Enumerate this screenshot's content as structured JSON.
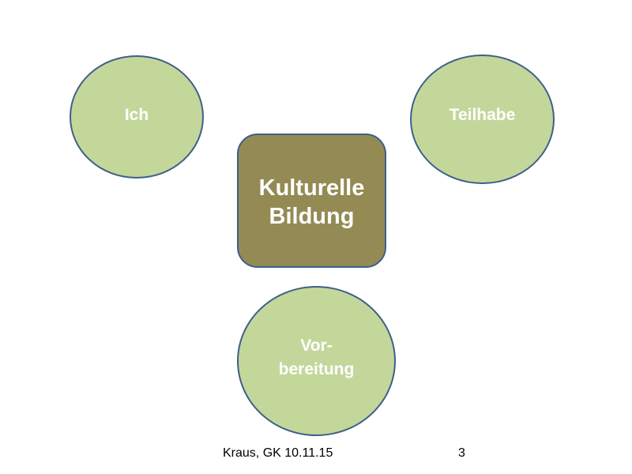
{
  "colors": {
    "circle_fill": "#c4d79b",
    "center_fill": "#948a54",
    "border": "#3e5f8a",
    "text": "#ffffff"
  },
  "center": {
    "label": "Kulturelle\nBildung"
  },
  "nodes": {
    "ich": {
      "label": "Ich"
    },
    "teilhabe": {
      "label": "Teilhabe"
    },
    "vorbereitung": {
      "label": "Vor-\nbereitung"
    }
  },
  "footer": {
    "author_date": "Kraus, GK 10.11.15",
    "page_number": "3"
  }
}
